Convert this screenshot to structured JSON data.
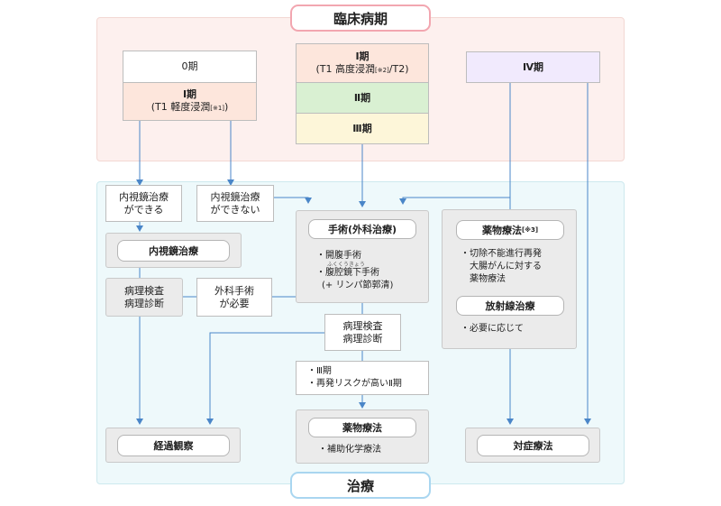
{
  "header": {
    "stage_label": "臨床病期"
  },
  "footer": {
    "treatment_label": "治療"
  },
  "stages": {
    "stage0": "0期",
    "stage1_mild_line1": "Ⅰ期",
    "stage1_mild_line2": "(T1 軽度浸潤",
    "stage1_mild_ref": "[※1]",
    "stage1_mild_close": ")",
    "stage1_high_line1": "Ⅰ期",
    "stage1_high_line2": "(T1 高度浸潤",
    "stage1_high_ref": "[※2]",
    "stage1_high_tail": "/T2)",
    "stage2": "Ⅱ期",
    "stage3": "Ⅲ期",
    "stage4": "Ⅳ期"
  },
  "branches": {
    "endo_possible_line1": "内視鏡治療",
    "endo_possible_line2": "ができる",
    "endo_impossible_line1": "内視鏡治療",
    "endo_impossible_line2": "ができない"
  },
  "endoscopic": {
    "title": "内視鏡治療",
    "pathology_line1": "病理検査",
    "pathology_line2": "病理診断",
    "surgery_needed_line1": "外科手術",
    "surgery_needed_line2": "が必要"
  },
  "surgery": {
    "title": "手術(外科治療)",
    "item1": "・開腹手術",
    "ruby": "ふくくうきょう",
    "item2": "・腹腔鏡下手術",
    "item3": "(+ リンパ節郭清)"
  },
  "surgery_pathology": {
    "line1": "病理検査",
    "line2": "病理診断"
  },
  "condition": {
    "line1": "・Ⅲ期",
    "line2": "・再発リスクが高いⅡ期"
  },
  "adjuvant": {
    "title": "薬物療法",
    "item": "・補助化学療法"
  },
  "advanced": {
    "drug_title": "薬物療法",
    "drug_ref": "[※3]",
    "drug_item_line1": "・切除不能進行再発",
    "drug_item_line2": "大腸がんに対する",
    "drug_item_line3": "薬物療法",
    "radiation_title": "放射線治療",
    "radiation_item": "・必要に応じて"
  },
  "outcomes": {
    "observation": "経過観察",
    "symptomatic": "対症療法"
  },
  "colors": {
    "arrow": "#4a86c8",
    "stage_border": "#f2a6b0",
    "treat_border": "#a9d6f0"
  }
}
